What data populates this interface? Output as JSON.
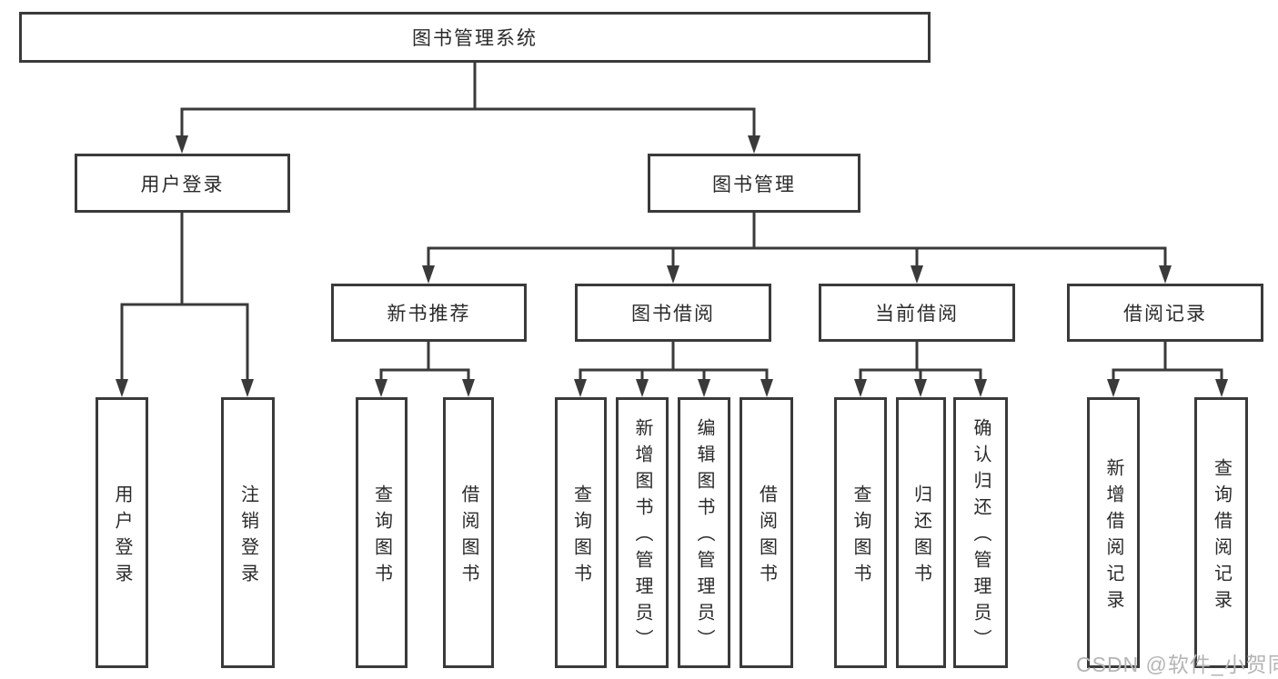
{
  "diagram": {
    "root": {
      "label": "图书管理系统"
    },
    "level2": [
      {
        "label": "用户登录"
      },
      {
        "label": "图书管理"
      }
    ],
    "level3": [
      {
        "label": "新书推荐"
      },
      {
        "label": "图书借阅"
      },
      {
        "label": "当前借阅"
      },
      {
        "label": "借阅记录"
      }
    ],
    "leaves": {
      "user_login": [
        {
          "label": "用户登录"
        },
        {
          "label": "注销登录"
        }
      ],
      "new_book_recommend": [
        {
          "label": "查询图书"
        },
        {
          "label": "借阅图书"
        }
      ],
      "book_borrowing": [
        {
          "label": "查询图书"
        },
        {
          "label": "新增图书（管理员）"
        },
        {
          "label": "编辑图书（管理员）"
        },
        {
          "label": "借阅图书"
        }
      ],
      "current_borrowing": [
        {
          "label": "查询图书"
        },
        {
          "label": "归还图书"
        },
        {
          "label": "确认归还（管理员）"
        }
      ],
      "borrowing_records": [
        {
          "label": "新增借阅记录"
        },
        {
          "label": "查询借阅记录"
        }
      ]
    },
    "watermark": "CSDN @软件_小贺同学",
    "colors": {
      "line": "#3a3a3a",
      "text": "#2a2a2a",
      "watermark": "#b5b5b5",
      "background": "#ffffff"
    }
  }
}
